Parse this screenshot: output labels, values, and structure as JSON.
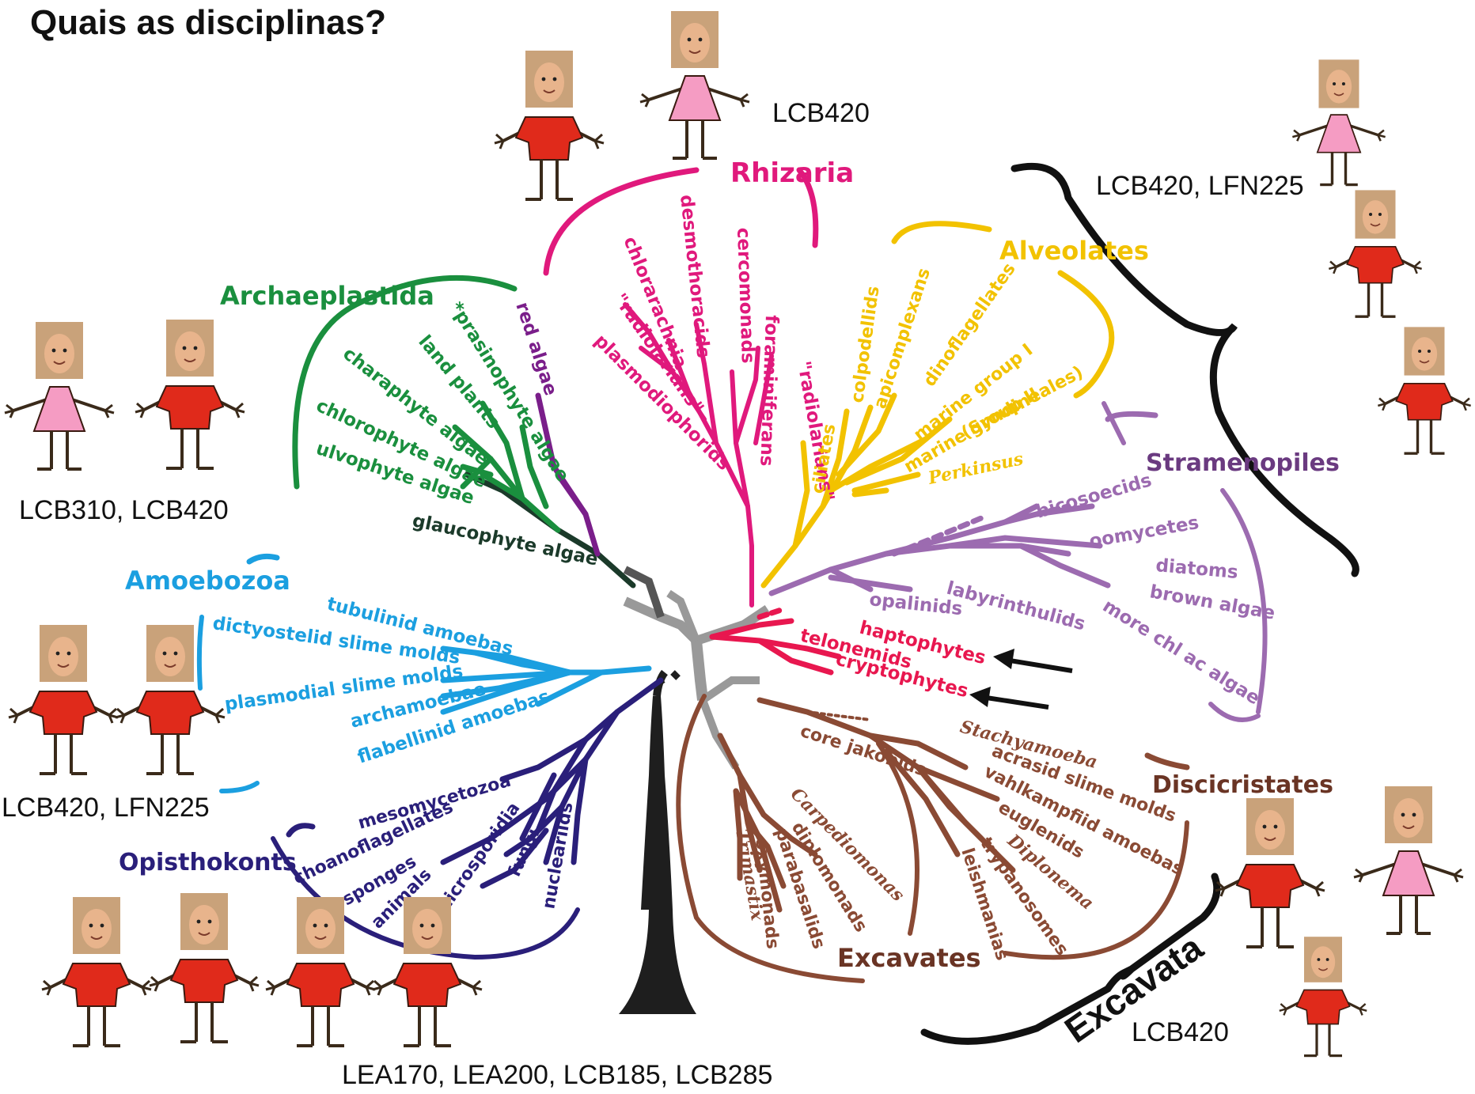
{
  "title": "Quais as disciplinas?",
  "colors": {
    "rhizaria": "#e0197c",
    "alveolates": "#f2c200",
    "stramenopiles": "#9c6bb0",
    "archaeplastida": "#1a8f3e",
    "amoebozoa": "#1b9fe0",
    "opisthokonts": "#2a1f7a",
    "excavates": "#8a4a34",
    "haptophytes": "#e8174f",
    "trunk": "#999999",
    "base": "#222222",
    "shirt": "#e02a1b",
    "dress": "#f59cc3"
  },
  "groups": {
    "rhizaria": "Rhizaria",
    "alveolates": "Alveolates",
    "stramenopiles": "Stramenopiles",
    "archaeplastida": "Archaeplastida",
    "amoebozoa": "Amoebozoa",
    "opisthokonts": "Opisthokonts",
    "excavates": "Excavates",
    "discicristates": "Discicristates",
    "excavata": "Excavata"
  },
  "taxa": {
    "cercomonads": "cercomonads",
    "desmothoracids": "desmothoracids",
    "chlorarachnia": "chlorarachnia",
    "radiolarians_1": "\"radiolarians\"",
    "plasmodiophorids": "plasmodiophorids",
    "foraminiferans": "foraminiferans",
    "radiolarians_2": "\"radiolarians\"",
    "red_algae": "red algae",
    "prasinophyte": "*prasinophyte algae",
    "land_plants": "land plants",
    "charaphyte": "charaphyte algae",
    "chlorophyte": "chlorophyte algae",
    "ulvophyte": "ulvophyte algae",
    "glaucophyte": "glaucophyte algae",
    "ciliates": "ciliates",
    "colpodellids": "colpodellids",
    "apicomplexans": "apicomplexans",
    "dinoflagellates": "dinoflagellates",
    "marine_group_1": "marine group I",
    "marine_group_2": "marine group II",
    "syndiniales": "(Syndineales)",
    "perkinsus": "Perkinsus",
    "bicosoecids": "bicosoecids",
    "oomycetes": "oomycetes",
    "diatoms": "diatoms",
    "brown_algae": "brown algae",
    "more_chl": "more chl ac algae",
    "labyrinthulids": "labyrinthulids",
    "opalinids": "opalinids",
    "haptophytes": "haptophytes",
    "telonemids": "telonemids",
    "cryptophytes": "cryptophytes",
    "tubulinid": "tubulinid amoebas",
    "dictyostelid": "dictyostelid slime molds",
    "plasmodial": "plasmodial slime molds",
    "archamoebae": "archamoebae",
    "flabellinid": "flabellinid amoebas",
    "mesomycetozoa": "mesomycetozoa",
    "choanoflagellates": "choanoflagellates",
    "sponges": "sponges",
    "animals": "animals",
    "microsporidia": "microsporidia",
    "fungi": "fungi",
    "nucleariids": "nucleariids",
    "core_jakobids": "core jakobids",
    "carpediomonas": "Carpediomonas",
    "trimastix": "Trimastix",
    "diplomonads": "diplomonads",
    "parabasalids": "parabasalids",
    "oxymonads": "oxymonads",
    "stachyamoeba": "Stachyamoeba",
    "acrasid": "acrasid slime molds",
    "vahlkampfiid": "vahlkampfiid amoebas",
    "euglenids": "euglenids",
    "diplonema": "Diplonema",
    "trypanosomes": "trypanosomes",
    "leishmanias": "leishmanias"
  },
  "courses": {
    "top": "LCB420",
    "right_top": "LCB420, LFN225",
    "left_top": "LCB310, LCB420",
    "left_mid": "LCB420, LFN225",
    "bottom": "LEA170, LEA200, LCB185, LCB285",
    "right_bottom": "LCB420"
  }
}
